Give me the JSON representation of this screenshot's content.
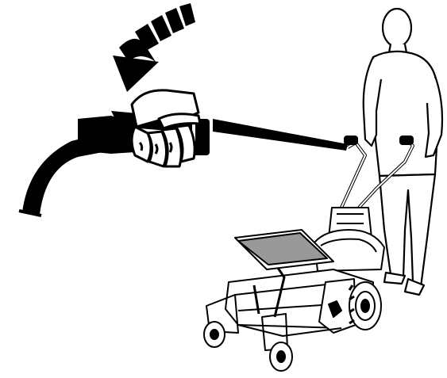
{
  "illustration": {
    "kind": "line-art",
    "ink_color": "#000000",
    "paper_color": "#ffffff",
    "elements": [
      "handlebar-grip-detail",
      "gripping-hand",
      "squeeze-direction-arrow-icon",
      "pointer-leader-line",
      "operator-figure",
      "walk-behind-tiller-machine"
    ]
  }
}
